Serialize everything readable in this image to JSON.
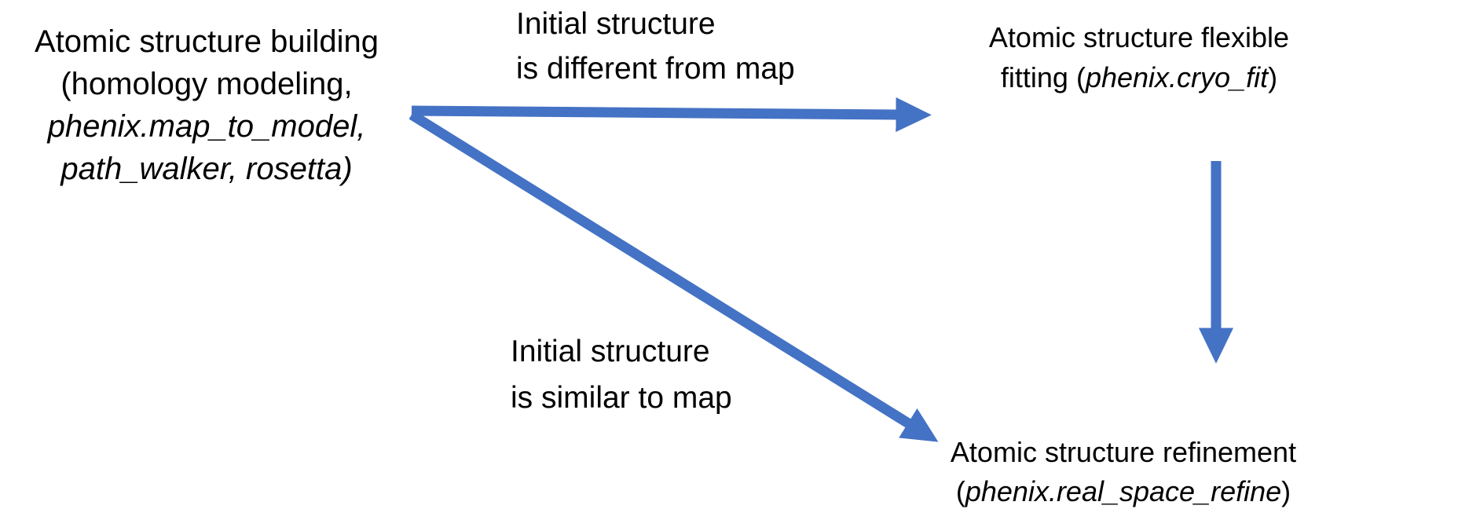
{
  "colors": {
    "arrow": "#4472C4",
    "text": "#000000",
    "background": "#ffffff"
  },
  "nodes": {
    "building": {
      "line1": "Atomic structure building",
      "line2": "(homology modeling,",
      "line3": "phenix.map_to_model,",
      "line4": "path_walker, rosetta)"
    },
    "fitting": {
      "line1": "Atomic structure flexible",
      "line2_prefix": "fitting (",
      "line2_italic": "phenix.cryo_fit",
      "line2_suffix": ")"
    },
    "refinement": {
      "line1": "Atomic structure refinement",
      "line2_prefix": "(",
      "line2_italic": "phenix.real_space_refine",
      "line2_suffix": ")"
    }
  },
  "labels": {
    "different": {
      "line1": "Initial structure",
      "line2": "is different from map"
    },
    "similar": {
      "line1": "Initial structure",
      "line2": "is similar to map"
    }
  },
  "connections": [
    {
      "from": "building",
      "to": "fitting",
      "condition": "Initial structure is different from map"
    },
    {
      "from": "building",
      "to": "refinement",
      "condition": "Initial structure is similar to map"
    },
    {
      "from": "fitting",
      "to": "refinement",
      "condition": ""
    }
  ]
}
